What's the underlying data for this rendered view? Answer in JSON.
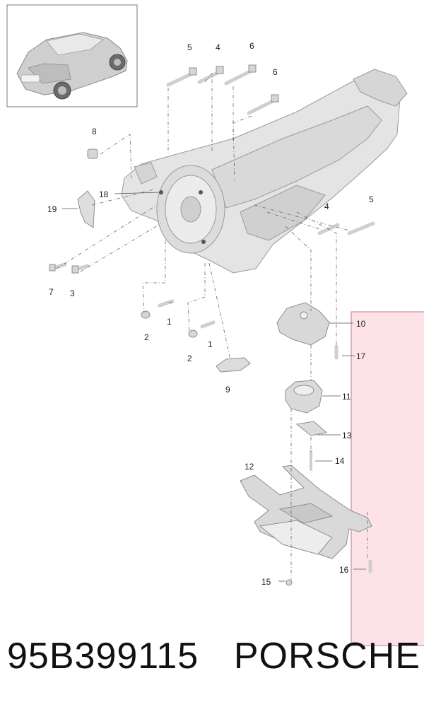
{
  "part_number": "95B399115",
  "brand": "PORSCHE",
  "callouts": {
    "c1a": "1",
    "c1b": "1",
    "c2a": "2",
    "c2b": "2",
    "c3": "3",
    "c4a": "4",
    "c4b": "4",
    "c5a": "5",
    "c5b": "5",
    "c6a": "6",
    "c6b": "6",
    "c7": "7",
    "c8": "8",
    "c9": "9",
    "c10": "10",
    "c11": "11",
    "c12": "12",
    "c13": "13",
    "c14": "14",
    "c15": "15",
    "c16": "16",
    "c17": "17",
    "c18": "18",
    "c19": "19"
  },
  "colors": {
    "highlight_fill": "#fde3e8",
    "highlight_border": "#e8677f",
    "part_fill": "#e4e4e4",
    "part_stroke": "#9a9a9a",
    "leader": "#555555"
  },
  "icons": {
    "vehicle_thumbnail": "car-icon"
  }
}
